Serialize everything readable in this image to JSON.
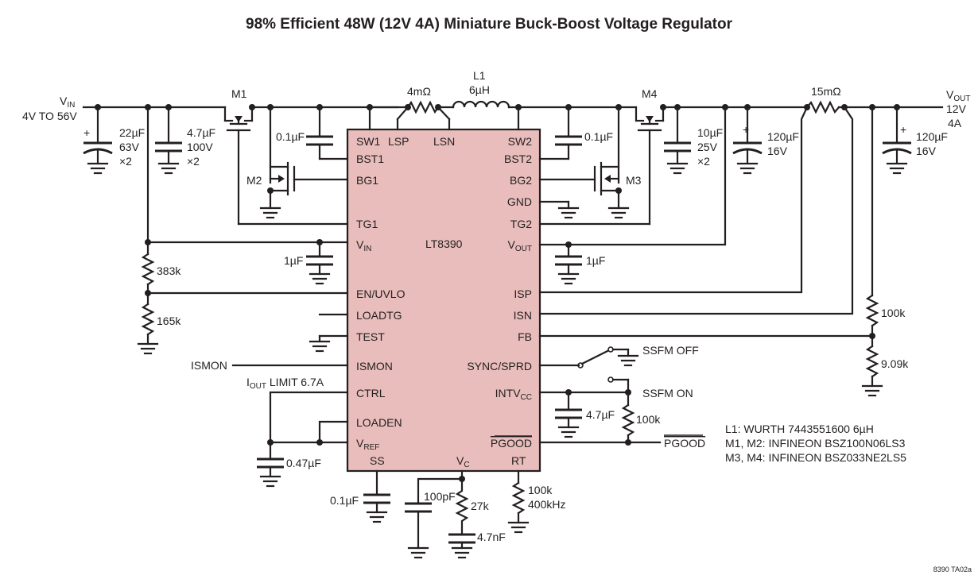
{
  "title": "98% Efficient 48W (12V 4A) Miniature Buck-Boost Voltage Regulator",
  "ic": {
    "name": "LT8390",
    "pins_left": [
      "SW1",
      "BST1",
      "BG1",
      "TG1",
      "V",
      "EN/UVLO",
      "LOADTG",
      "TEST",
      "ISMON",
      "CTRL",
      "LOADEN",
      "V"
    ],
    "pins_right": [
      "SW2",
      "BST2",
      "BG2",
      "GND",
      "TG2",
      "V",
      "ISP",
      "ISN",
      "FB",
      "SYNC/SPRD",
      "INTV",
      "PGOOD"
    ],
    "pins_top": [
      "LSP",
      "LSN"
    ],
    "pins_bottom": [
      "SS",
      "V",
      "RT"
    ],
    "vin_sub": "IN",
    "vout_sub": "OUT",
    "vref_sub": "REF",
    "vc_sub": "C",
    "intv_sub": "CC"
  },
  "input": {
    "label": "V",
    "sub": "IN",
    "range": "4V TO 56V"
  },
  "output": {
    "label": "V",
    "sub": "OUT",
    "voltage": "12V",
    "current": "4A"
  },
  "components": {
    "cin1": [
      "22µF",
      "63V",
      "×2"
    ],
    "cin2": [
      "4.7µF",
      "100V",
      "×2"
    ],
    "m1": "M1",
    "m2": "M2",
    "m3": "M3",
    "m4": "M4",
    "rsense1": "4mΩ",
    "l1": [
      "L1",
      "6µH"
    ],
    "cbst1": "0.1µF",
    "cbst2": "0.1µF",
    "cout1": [
      "10µF",
      "25V",
      "×2"
    ],
    "cout2": [
      "120µF",
      "16V"
    ],
    "rsense2": "15mΩ",
    "cout3": [
      "120µF",
      "16V"
    ],
    "r_uv1": "383k",
    "r_uv2": "165k",
    "cvin": "1µF",
    "cvout": "1µF",
    "rfb1": "100k",
    "rfb2": "9.09k",
    "ismon": "ISMON",
    "iout_limit": {
      "prefix": "I",
      "sub": "OUT",
      "text": " LIMIT 6.7A"
    },
    "cref": "0.47µF",
    "css": "0.1µF",
    "cc1": "100pF",
    "rc": "27k",
    "cc2": "4.7nF",
    "rt": [
      "100k",
      "400kHz"
    ],
    "cintvcc": "4.7µF",
    "rpg": "100k",
    "pgood": "PGOOD",
    "ssfm_off": "SSFM OFF",
    "ssfm_on": "SSFM ON"
  },
  "notes": [
    "L1: WURTH 7443551600 6µH",
    "M1, M2: INFINEON BSZ100N06LS3",
    "M3, M4: INFINEON BSZ033NE2LS5"
  ],
  "figure_code": "8390 TA02a"
}
